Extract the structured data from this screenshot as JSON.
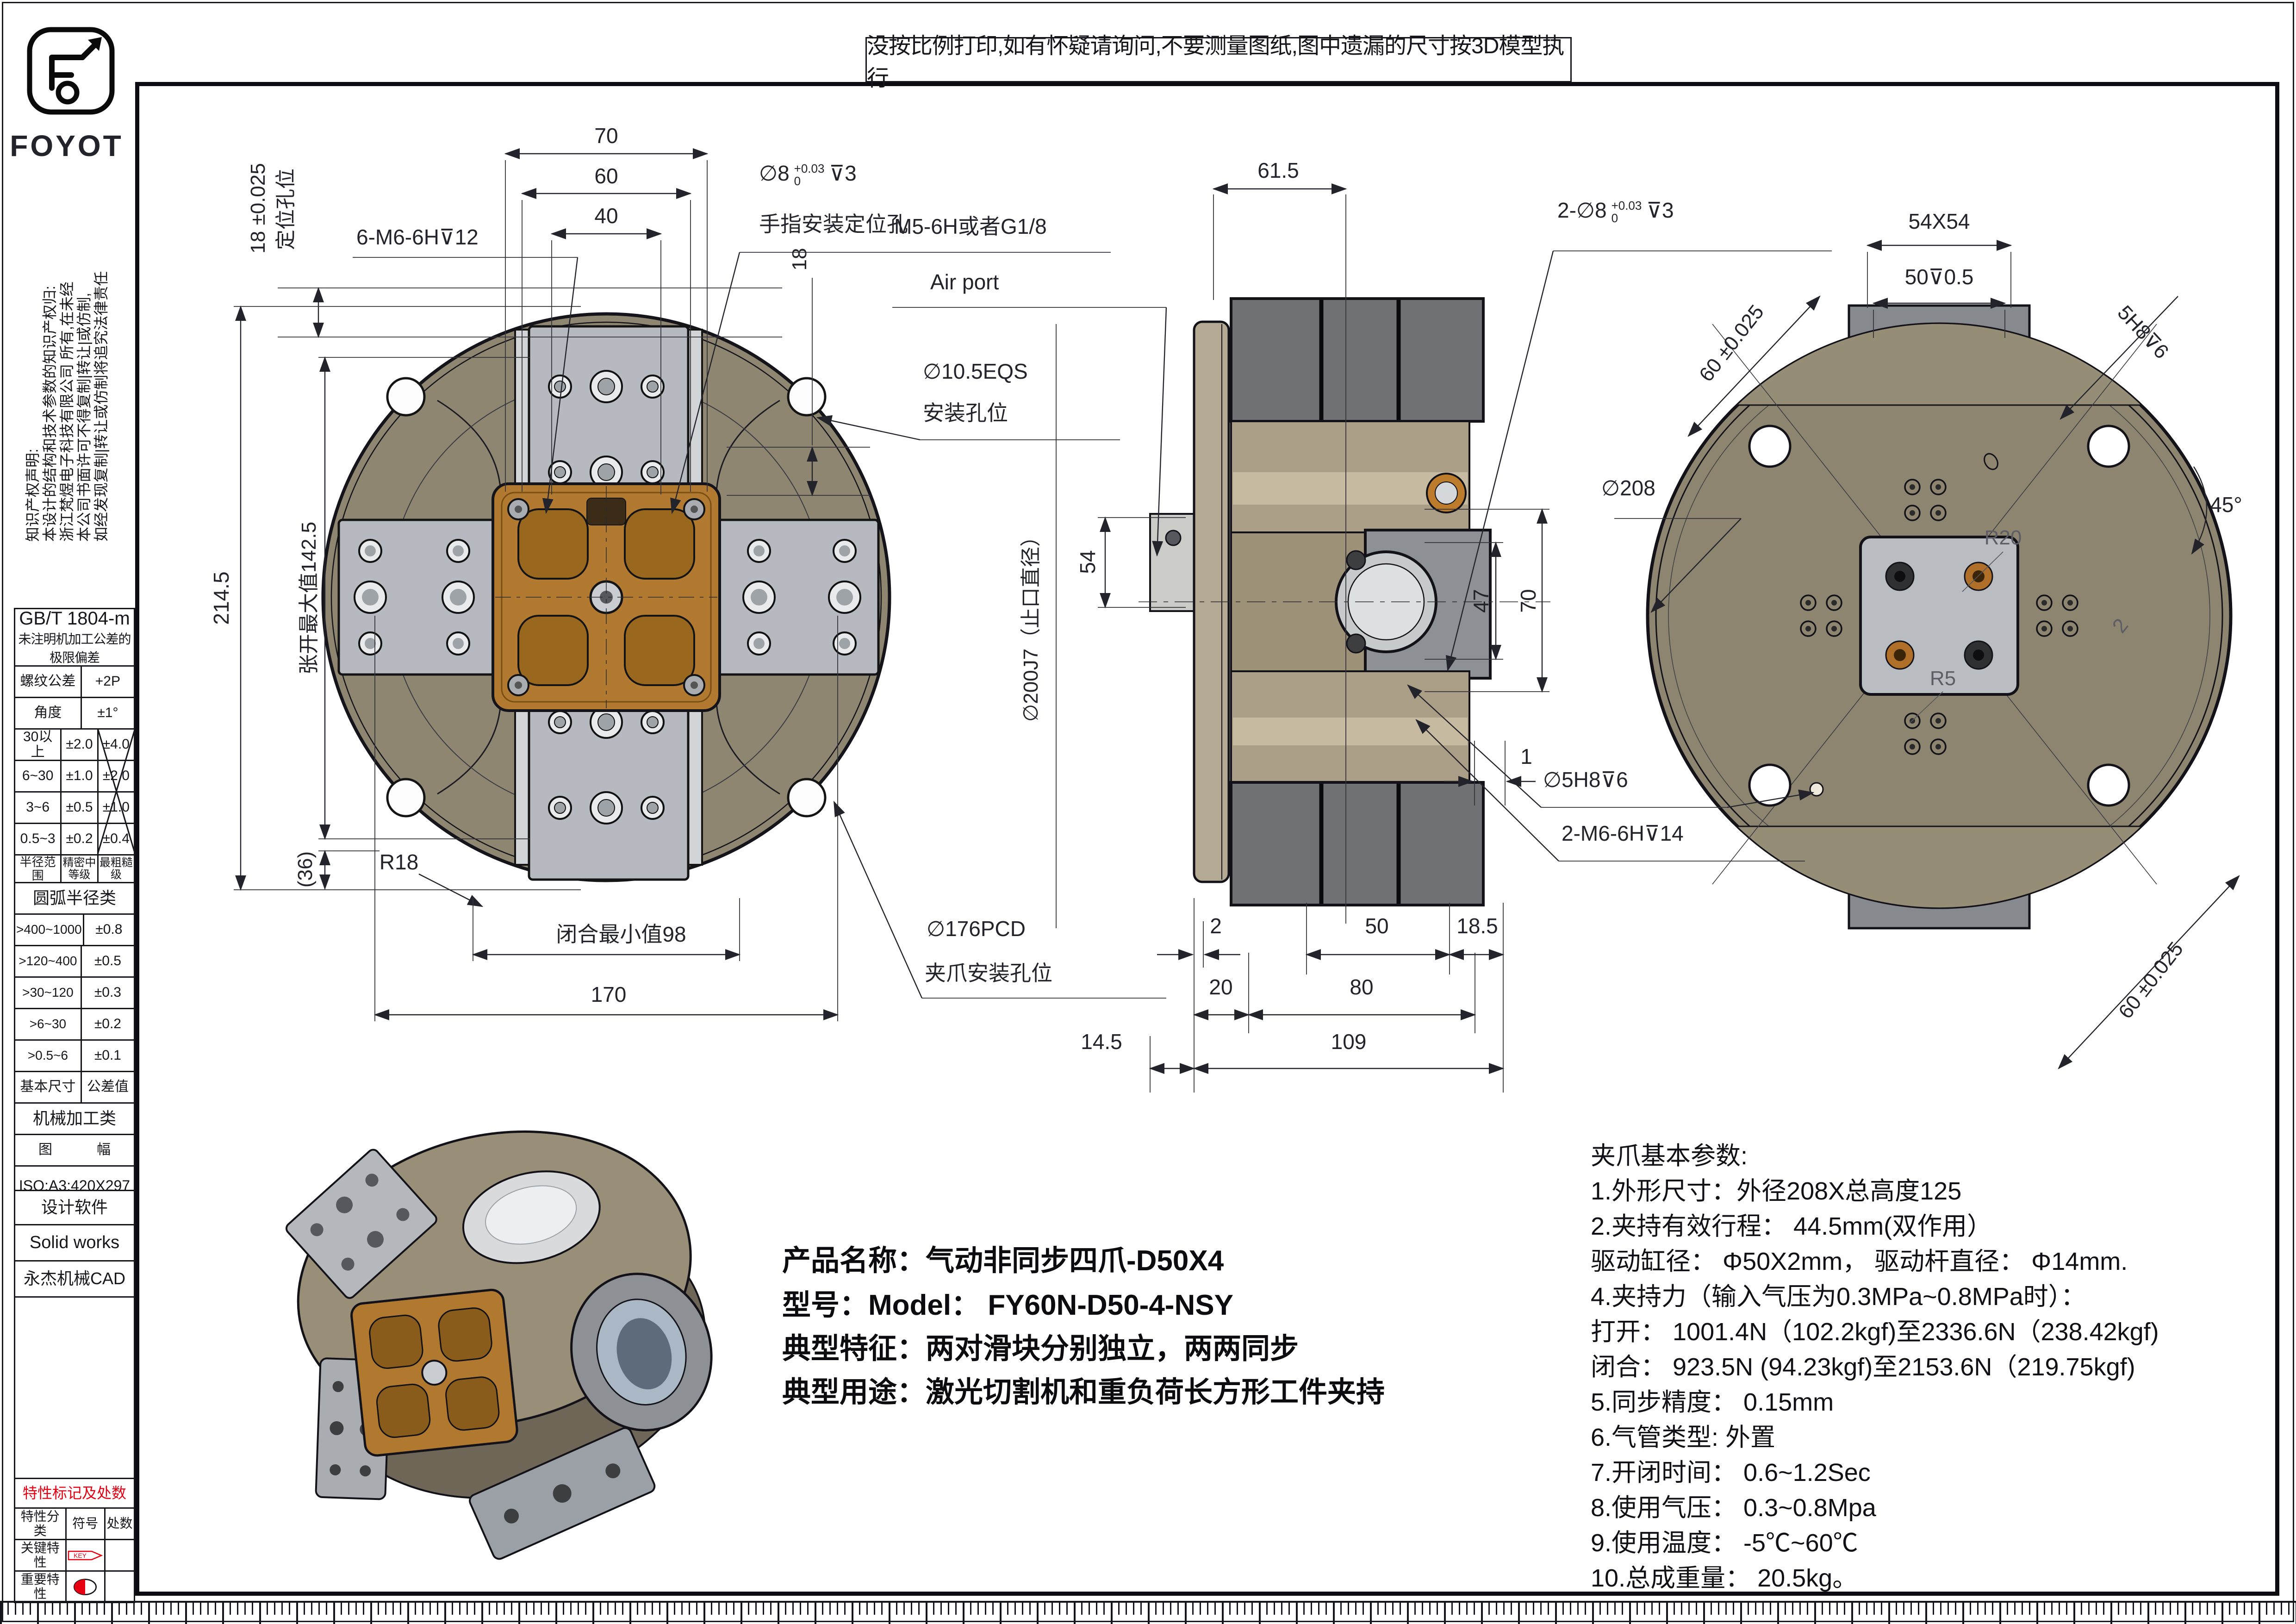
{
  "brand": {
    "logo": "FOYOT"
  },
  "notice": "没按比例打印,如有怀疑请询问,不要测量图纸,图中遗漏的尺寸按3D模型执行",
  "disclaimer": {
    "lines": [
      "知识产权声明:",
      "本设计的结构和技术参数的知识产权归:",
      "浙江梵煜电子科技有限公司 所有,在未经",
      "本公司书面许可不得复制|转让|或仿制,",
      "如经发现复制|转让或仿制将追究法律责任"
    ]
  },
  "tol": {
    "standard": "GB/T 1804-m",
    "subtitle": "未注明机加工公差的极限偏差",
    "thread_label": "螺纹公差",
    "thread_value": "+2P",
    "angle_label": "角度",
    "angle_value": "±1°",
    "linear_rows": [
      {
        "range": "30以上",
        "mid": "±2.0",
        "coarse": "±4.0"
      },
      {
        "range": "6~30",
        "mid": "±1.0",
        "coarse": "±2.0"
      },
      {
        "range": "3~6",
        "mid": "±0.5",
        "coarse": "±1.0"
      },
      {
        "range": "0.5~3",
        "mid": "±0.2",
        "coarse": "±0.4"
      }
    ],
    "radius_header": {
      "c1": "半径范围",
      "c2": "精密中等级",
      "c3": "最粗糙级"
    },
    "radius_title": "圆弧半径类",
    "radius_rows": [
      {
        "range": ">400~1000",
        "value": "±0.8"
      },
      {
        "range": ">120~400",
        "value": "±0.5"
      },
      {
        "range": ">30~120",
        "value": "±0.3"
      },
      {
        "range": ">6~30",
        "value": "±0.2"
      },
      {
        "range": ">0.5~6",
        "value": "±0.1"
      }
    ],
    "basic_row": {
      "c1": "基本尺寸",
      "c2": "公差值"
    },
    "machining_title": "机械加工类",
    "sheet_row": {
      "c1": "图",
      "c2": "幅"
    },
    "paper": "ISO:A3:420X297"
  },
  "design": {
    "software_label": "设计软件",
    "software_1": "Solid works",
    "software_2": "永杰机械CAD"
  },
  "feature": {
    "title": "特性标记及处数",
    "headers": {
      "c1": "特性分类",
      "c2": "符号",
      "c3": "处数"
    },
    "rows": [
      {
        "label": "关键特性",
        "symbol": "KEY"
      },
      {
        "label": "重要特性",
        "symbol": "half-filled-circle"
      }
    ]
  },
  "front": {
    "d70": "70",
    "d60": "60",
    "d40": "40",
    "hole8_p": "∅8",
    "tol_up": "+0.03",
    "tol_dn": "0",
    "hole8_s": "⊽3",
    "hole8_note": "手指安装定位孔",
    "m6": "6-M6-6H⊽12",
    "d18": "18",
    "air1": "M5-6H或者G1/8",
    "air2": "Air port",
    "eqs1": "∅10.5EQS",
    "eqs2": "安装孔位",
    "pos1": "18 ±0.025",
    "pos2": "定位孔位",
    "d2145": "214.5",
    "open": "张开最大值142.5",
    "d36": "(36)",
    "r18": "R18",
    "close": "闭合最小值98",
    "d170": "170",
    "pcd1": "∅176PCD",
    "pcd2": "夹爪安装孔位",
    "bore": "∅200J7（止口直径）"
  },
  "side": {
    "d615": "61.5",
    "hole8_p": "2-∅8",
    "tol_up": "+0.03",
    "tol_dn": "0",
    "hole8_s": "⊽3",
    "d54": "54",
    "d47": "47",
    "d70": "70",
    "d1": "1",
    "hole5": "∅5H8⊽6",
    "m6": "2-M6-6H⊽14",
    "d2": "2",
    "d50": "50",
    "d185": "18.5",
    "d20": "20",
    "d80": "80",
    "d145": "14.5",
    "d109": "109"
  },
  "back": {
    "sq": "54X54",
    "d50": "50⊽0.5",
    "d60a": "60 ±0.025",
    "h5": "5H8⊽6",
    "d208": "∅208",
    "r20": "R20",
    "a45": "45°",
    "s2": "2",
    "r5": "R5",
    "d60b": "60 ±0.025"
  },
  "product": {
    "line1": "产品名称：气动非同步四爪-D50X4",
    "line2": "型号：Model：  FY60N-D50-4-NSY",
    "line3": "典型特征：两对滑块分别独立，两两同步",
    "line4": "典型用途：激光切割机和重负荷长方形工件夹持"
  },
  "specs": {
    "title": "夹爪基本参数:",
    "items": [
      "1.外形尺寸：外径208X总高度125",
      "2.夹持有效行程： 44.5mm(双作用）",
      "驱动缸径： Φ50X2mm， 驱动杆直径： Φ14mm.",
      "4.夹持力（输入气压为0.3MPa~0.8MPa时）：",
      "打开： 1001.4N（102.2kgf)至2336.6N（238.42kgf)",
      "闭合： 923.5N (94.23kgf)至2153.6N（219.75kgf)",
      "5.同步精度： 0.15mm",
      "6.气管类型: 外置",
      "7.开闭时间： 0.6~1.2Sec",
      "8.使用气压： 0.3~0.8Mpa",
      "9.使用温度： -5℃~60℃",
      "10.总成重量： 20.5kg。"
    ]
  }
}
